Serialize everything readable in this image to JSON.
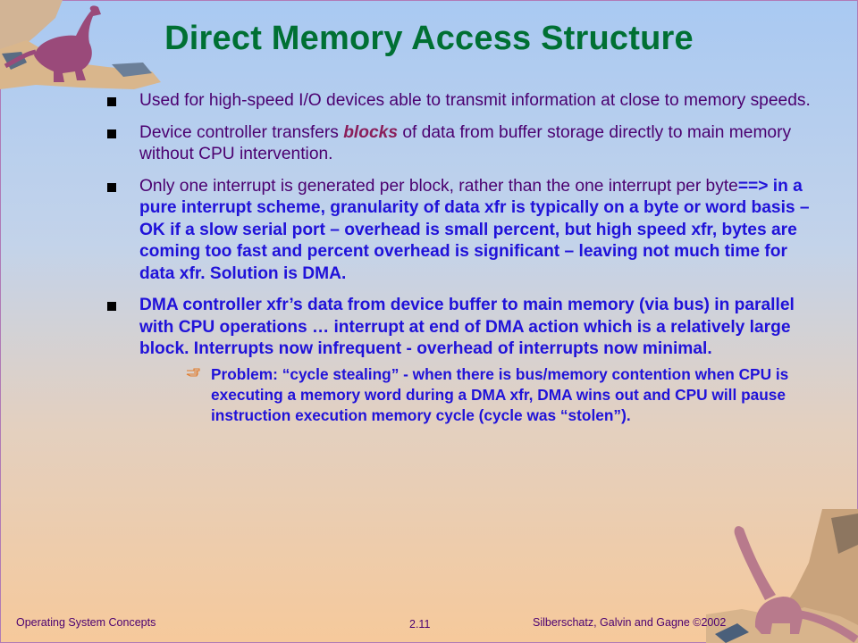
{
  "title": "Direct Memory Access Structure",
  "bullets": {
    "b1": "Used for high-speed I/O devices able to transmit information at close to memory speeds.",
    "b2_pre": "Device controller transfers ",
    "b2_em": "blocks",
    "b2_post": " of data from buffer storage directly to main memory without CPU intervention.",
    "b3_pre": "Only one interrupt is generated per block, rather than the one interrupt per byte",
    "b3_bold": "==> in a pure interrupt scheme, granularity of data xfr is typically on a byte or word basis – OK if a slow serial port – overhead is small percent, but high speed xfr, bytes are coming too fast and percent overhead is significant – leaving not much time for data xfr.  Solution is DMA.",
    "b4": "DMA controller xfr’s data from device buffer to main memory (via bus) in parallel with CPU operations … interrupt at end of DMA action which is a relatively large block.  Interrupts now infrequent - overhead of interrupts now minimal.",
    "sub1": "Problem: “cycle stealing” - when there  is bus/memory contention when CPU is executing a memory word during a DMA xfr, DMA wins out and CPU will pause instruction execution memory cycle (cycle was “stolen”)."
  },
  "footer": {
    "left": "Operating System Concepts",
    "center": "2.11",
    "right": "Silberschatz, Galvin and  Gagne ©2002"
  },
  "icons": {
    "bullet": "square-bullet-icon",
    "sub_bullet": "pointing-hand-icon"
  },
  "colors": {
    "title": "#007033",
    "body": "#4b0070",
    "emphasis": "#2012d9",
    "keyword": "#8a1e5a"
  }
}
